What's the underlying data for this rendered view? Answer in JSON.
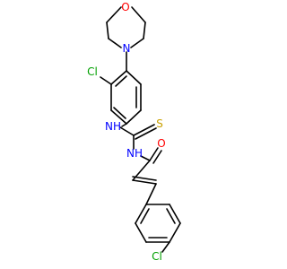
{
  "molecule": {
    "atoms": {
      "oxygen_ring": {
        "symbol": "O",
        "color": "#ff0000"
      },
      "nitrogen_ring": {
        "symbol": "N",
        "color": "#0000ff"
      },
      "chlorine_upper": {
        "symbol": "Cl",
        "color": "#00a000"
      },
      "nh_upper": {
        "symbol": "NH",
        "color": "#0000ff"
      },
      "sulfur": {
        "symbol": "S",
        "color": "#c8a000"
      },
      "oxygen_carbonyl": {
        "symbol": "O",
        "color": "#ff0000"
      },
      "nh_lower": {
        "symbol": "NH",
        "color": "#0000ff"
      },
      "chlorine_lower": {
        "symbol": "Cl",
        "color": "#00a000"
      }
    },
    "bond_color": "#000000"
  }
}
